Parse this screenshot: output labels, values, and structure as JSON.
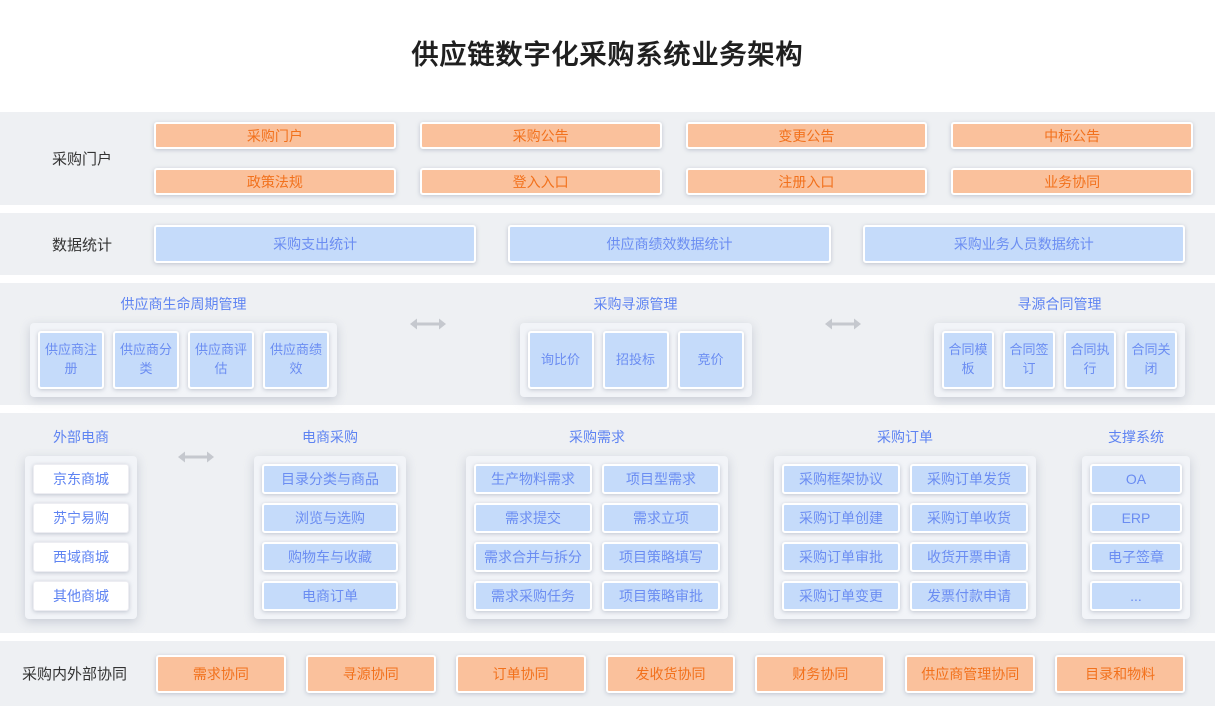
{
  "title": "供应链数字化采购系统业务架构",
  "colors": {
    "section_bg": "#eef0f3",
    "orange_fill": "#fac19c",
    "orange_text": "#f2711c",
    "blue_fill": "#c5dbfa",
    "blue_text": "#6b8df2",
    "group_title_text": "#5e83f2",
    "label_text": "#333333",
    "arrow": "#c5c8ce"
  },
  "portal": {
    "label": "采购门户",
    "items": [
      "采购门户",
      "采购公告",
      "变更公告",
      "中标公告",
      "政策法规",
      "登入入口",
      "注册入口",
      "业务协同"
    ]
  },
  "stats": {
    "label": "数据统计",
    "items": [
      "采购支出统计",
      "供应商绩效数据统计",
      "采购业务人员数据统计"
    ]
  },
  "row3": {
    "supplier_lifecycle": {
      "title": "供应商生命周期管理",
      "items": [
        "供应商注册",
        "供应商分类",
        "供应商评估",
        "供应商绩效"
      ]
    },
    "procurement_sourcing": {
      "title": "采购寻源管理",
      "items": [
        "询比价",
        "招投标",
        "竞价"
      ]
    },
    "sourcing_contract": {
      "title": "寻源合同管理",
      "items": [
        "合同模板",
        "合同签订",
        "合同执行",
        "合同关闭"
      ]
    }
  },
  "row4": {
    "external_ecommerce": {
      "title": "外部电商",
      "items": [
        "京东商城",
        "苏宁易购",
        "西域商城",
        "其他商城"
      ]
    },
    "ecommerce_procurement": {
      "title": "电商采购",
      "items": [
        "目录分类与商品",
        "浏览与选购",
        "购物车与收藏",
        "电商订单"
      ]
    },
    "procurement_demand": {
      "title": "采购需求",
      "items": [
        "生产物料需求",
        "项目型需求",
        "需求提交",
        "需求立项",
        "需求合并与拆分",
        "项目策略填写",
        "需求采购任务",
        "项目策略审批"
      ]
    },
    "purchase_order": {
      "title": "采购订单",
      "items": [
        "采购框架协议",
        "采购订单发货",
        "采购订单创建",
        "采购订单收货",
        "采购订单审批",
        "收货开票申请",
        "采购订单变更",
        "发票付款申请"
      ]
    },
    "support_system": {
      "title": "支撑系统",
      "items": [
        "OA",
        "ERP",
        "电子签章",
        "..."
      ]
    }
  },
  "collab": {
    "label": "采购内外部协同",
    "items": [
      "需求协同",
      "寻源协同",
      "订单协同",
      "发收货协同",
      "财务协同",
      "供应商管理协同",
      "目录和物料"
    ]
  }
}
